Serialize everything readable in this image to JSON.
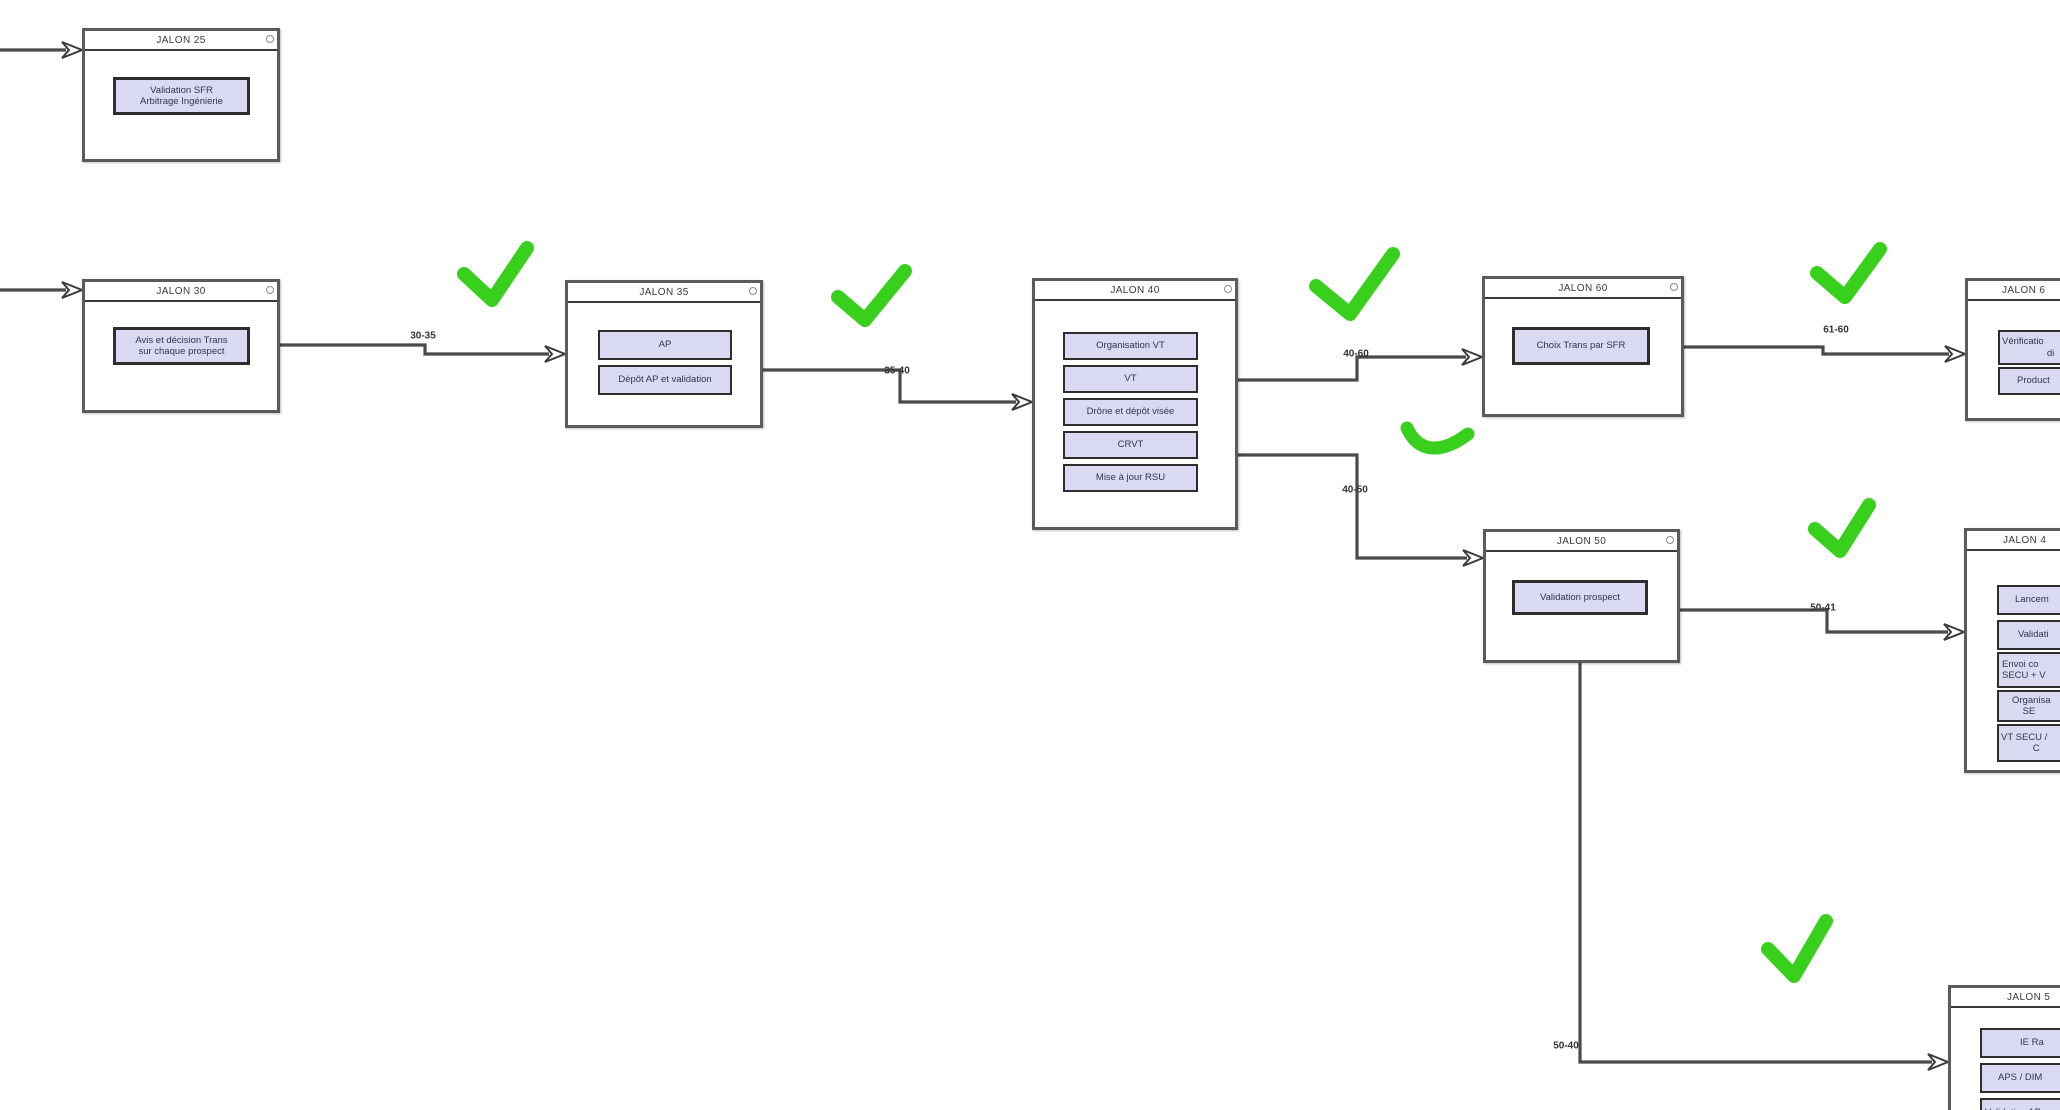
{
  "diagram_type": "milestone-flowchart",
  "colors": {
    "background": "#ffffff",
    "task_fill": "#d9d9f2",
    "task_border": "#2e2e2e",
    "window_border": "#5b5b5b",
    "connector": "#4a4a4a",
    "checkmark_green": "#38cf1d",
    "label_text": "#333333"
  },
  "windows": [
    {
      "title": "JALON 25",
      "items": [
        "Validation SFR\nArbitrage Ingénierie"
      ]
    },
    {
      "title": "JALON 30",
      "items": [
        "Avis et décision Trans\nsur chaque prospect"
      ]
    },
    {
      "title": "JALON 35",
      "items": [
        "AP",
        "Dépôt AP et validation"
      ]
    },
    {
      "title": "JALON 40",
      "items": [
        "Organisation VT",
        "VT",
        "Drône et dépôt visée",
        "CRVT",
        "Mise à jour RSU"
      ]
    },
    {
      "title": "JALON 60",
      "items": [
        "Choix Trans par SFR"
      ]
    },
    {
      "title": "JALON 6",
      "items": [
        "Vérificatio\n                 di",
        "Product"
      ]
    },
    {
      "title": "JALON 50",
      "items": [
        "Validation prospect"
      ]
    },
    {
      "title": "JALON 4",
      "items": [
        "Lancem",
        "Validati",
        "Envoi co\nSECU + V",
        "Organisa\n    SE",
        "VT SECU /\n            C"
      ]
    },
    {
      "title": "JALON 5",
      "items": [
        "IE Ra",
        "APS / DIM",
        "Validation AP"
      ]
    }
  ],
  "connector_labels": [
    "30-35",
    "35-40",
    "40-60",
    "61-60",
    "40-50",
    "50-41",
    "50-40"
  ],
  "icons": {
    "window_menu": "circle-menu-icon",
    "annotations": "green-checkmark"
  }
}
